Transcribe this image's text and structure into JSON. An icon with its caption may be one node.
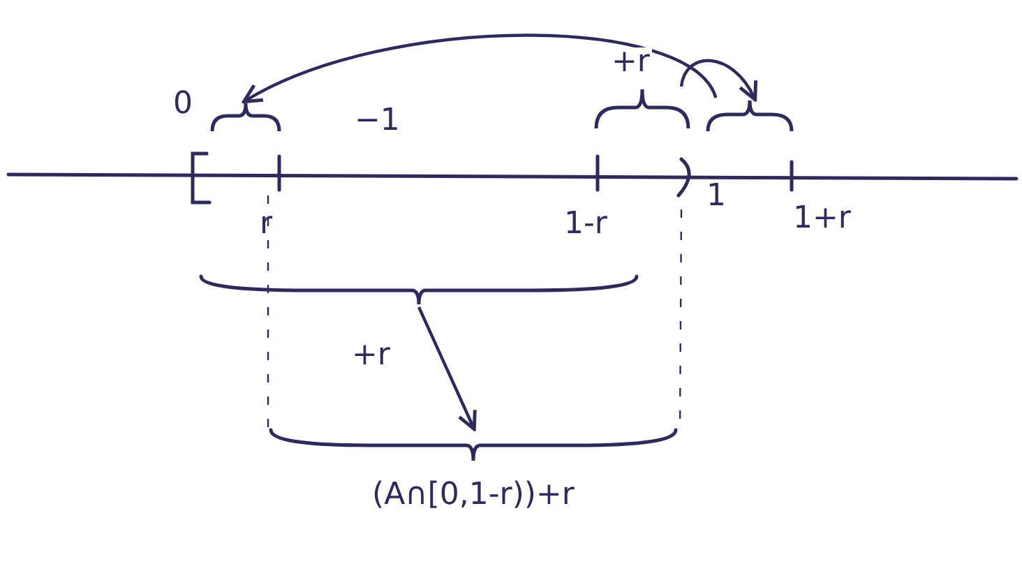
{
  "diagram": {
    "nodes": [
      {
        "text": [],
        "shape": "brace"
      },
      {
        "text": [],
        "shape": "brace"
      },
      {
        "text": [],
        "shape": "brace"
      },
      {
        "text": [],
        "shape": "brace"
      },
      {
        "text": [
          "(A∩[0,1-r))+r"
        ]
      }
    ],
    "edges": [
      {
        "from": 2,
        "to": 0,
        "arrow": "to",
        "label": "−1"
      },
      {
        "from": 1,
        "to": 2,
        "arrow": "to",
        "label": "+r"
      },
      {
        "from": 3,
        "to": 4,
        "arrow": "to",
        "label": "+r"
      }
    ],
    "labels": [
      "0",
      "r",
      "1-r",
      "1",
      "1+r"
    ]
  }
}
